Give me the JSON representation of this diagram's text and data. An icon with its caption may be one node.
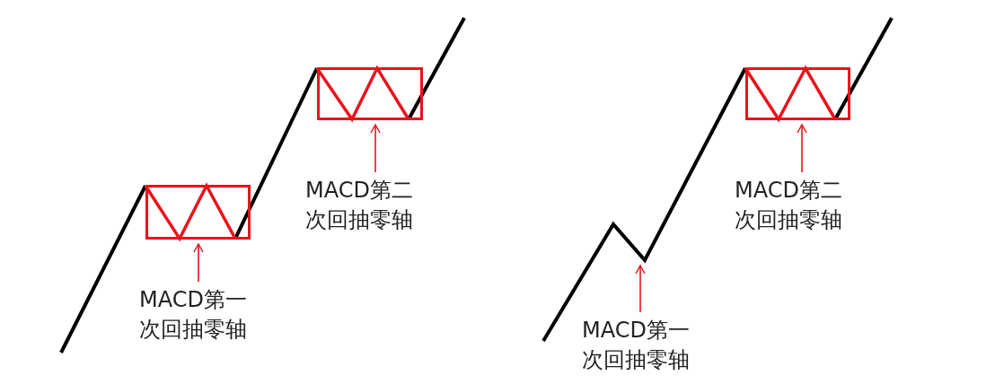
{
  "diagram": {
    "nodes": [
      {
        "text": [],
        "shape": "box"
      },
      {
        "text": [],
        "shape": "box"
      },
      {
        "text": [
          "MACD第一次回抽零轴"
        ]
      },
      {
        "text": [
          "MACD第二次回抽零轴"
        ]
      },
      {
        "text": [],
        "shape": "box"
      },
      {
        "text": [
          "MACD第一次回抽零轴"
        ]
      },
      {
        "text": [
          "MACD第二次回抽零轴"
        ]
      }
    ],
    "edges": [
      {
        "from": 2,
        "to": 0,
        "arrow": "to"
      },
      {
        "from": 3,
        "to": 1,
        "arrow": "to"
      },
      {
        "from": 5,
        "to": null,
        "arrow": "to"
      },
      {
        "from": 6,
        "to": 4,
        "arrow": "to"
      }
    ]
  }
}
